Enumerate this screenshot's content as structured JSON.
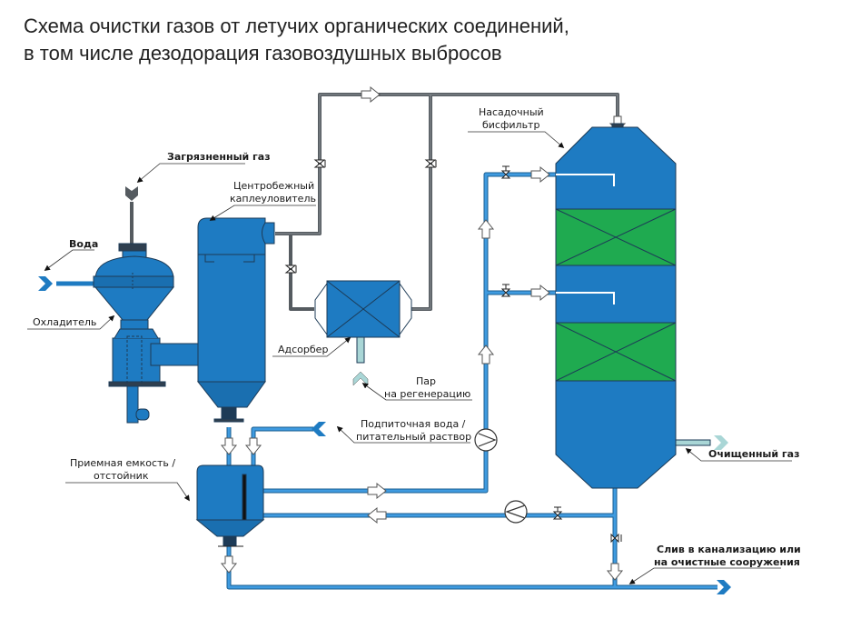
{
  "title": {
    "line1": "Схема очистки газов от летучих органических соединений,",
    "line2": "в том числе дезодорация газовоздушных выбросов"
  },
  "colors": {
    "vessel_blue": "#1e7bc2",
    "vessel_dark": "#1a5e8f",
    "packing_green": "#1faa50",
    "pipe_gas": "#555b60",
    "pipe_water": "#1e7bc2",
    "pipe_outlet": "#a9d6d6",
    "outline": "#1d3b57"
  },
  "labels": {
    "polluted_gas": "Загрязненный газ",
    "water": "Вода",
    "cooler": "Охладитель",
    "centrifugal_1": "Центробежный",
    "centrifugal_2": "каплеуловитель",
    "adsorber": "Адсорбер",
    "steam_1": "Пар",
    "steam_2": "на регенерацию",
    "makeup_1": "Подпиточная вода /",
    "makeup_2": "питательный раствор",
    "tank_1": "Приемная емкость /",
    "tank_2": "отстойник",
    "biofilter_1": "Насадочный",
    "biofilter_2": "бисфильтр",
    "clean_gas": "Очищенный газ",
    "drain_1": "Слив в канализацию или",
    "drain_2": "на очистные сооружения"
  }
}
